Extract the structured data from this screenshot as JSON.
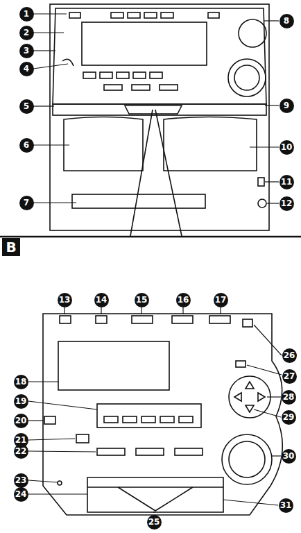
{
  "diagram": {
    "labels": [
      "1",
      "2",
      "3",
      "4",
      "5",
      "6",
      "7",
      "8",
      "9",
      "10",
      "11",
      "12",
      "B",
      "13",
      "14",
      "15",
      "16",
      "17",
      "18",
      "19",
      "20",
      "21",
      "22",
      "23",
      "24",
      "25",
      "26",
      "27",
      "28",
      "29",
      "30",
      "31"
    ]
  }
}
